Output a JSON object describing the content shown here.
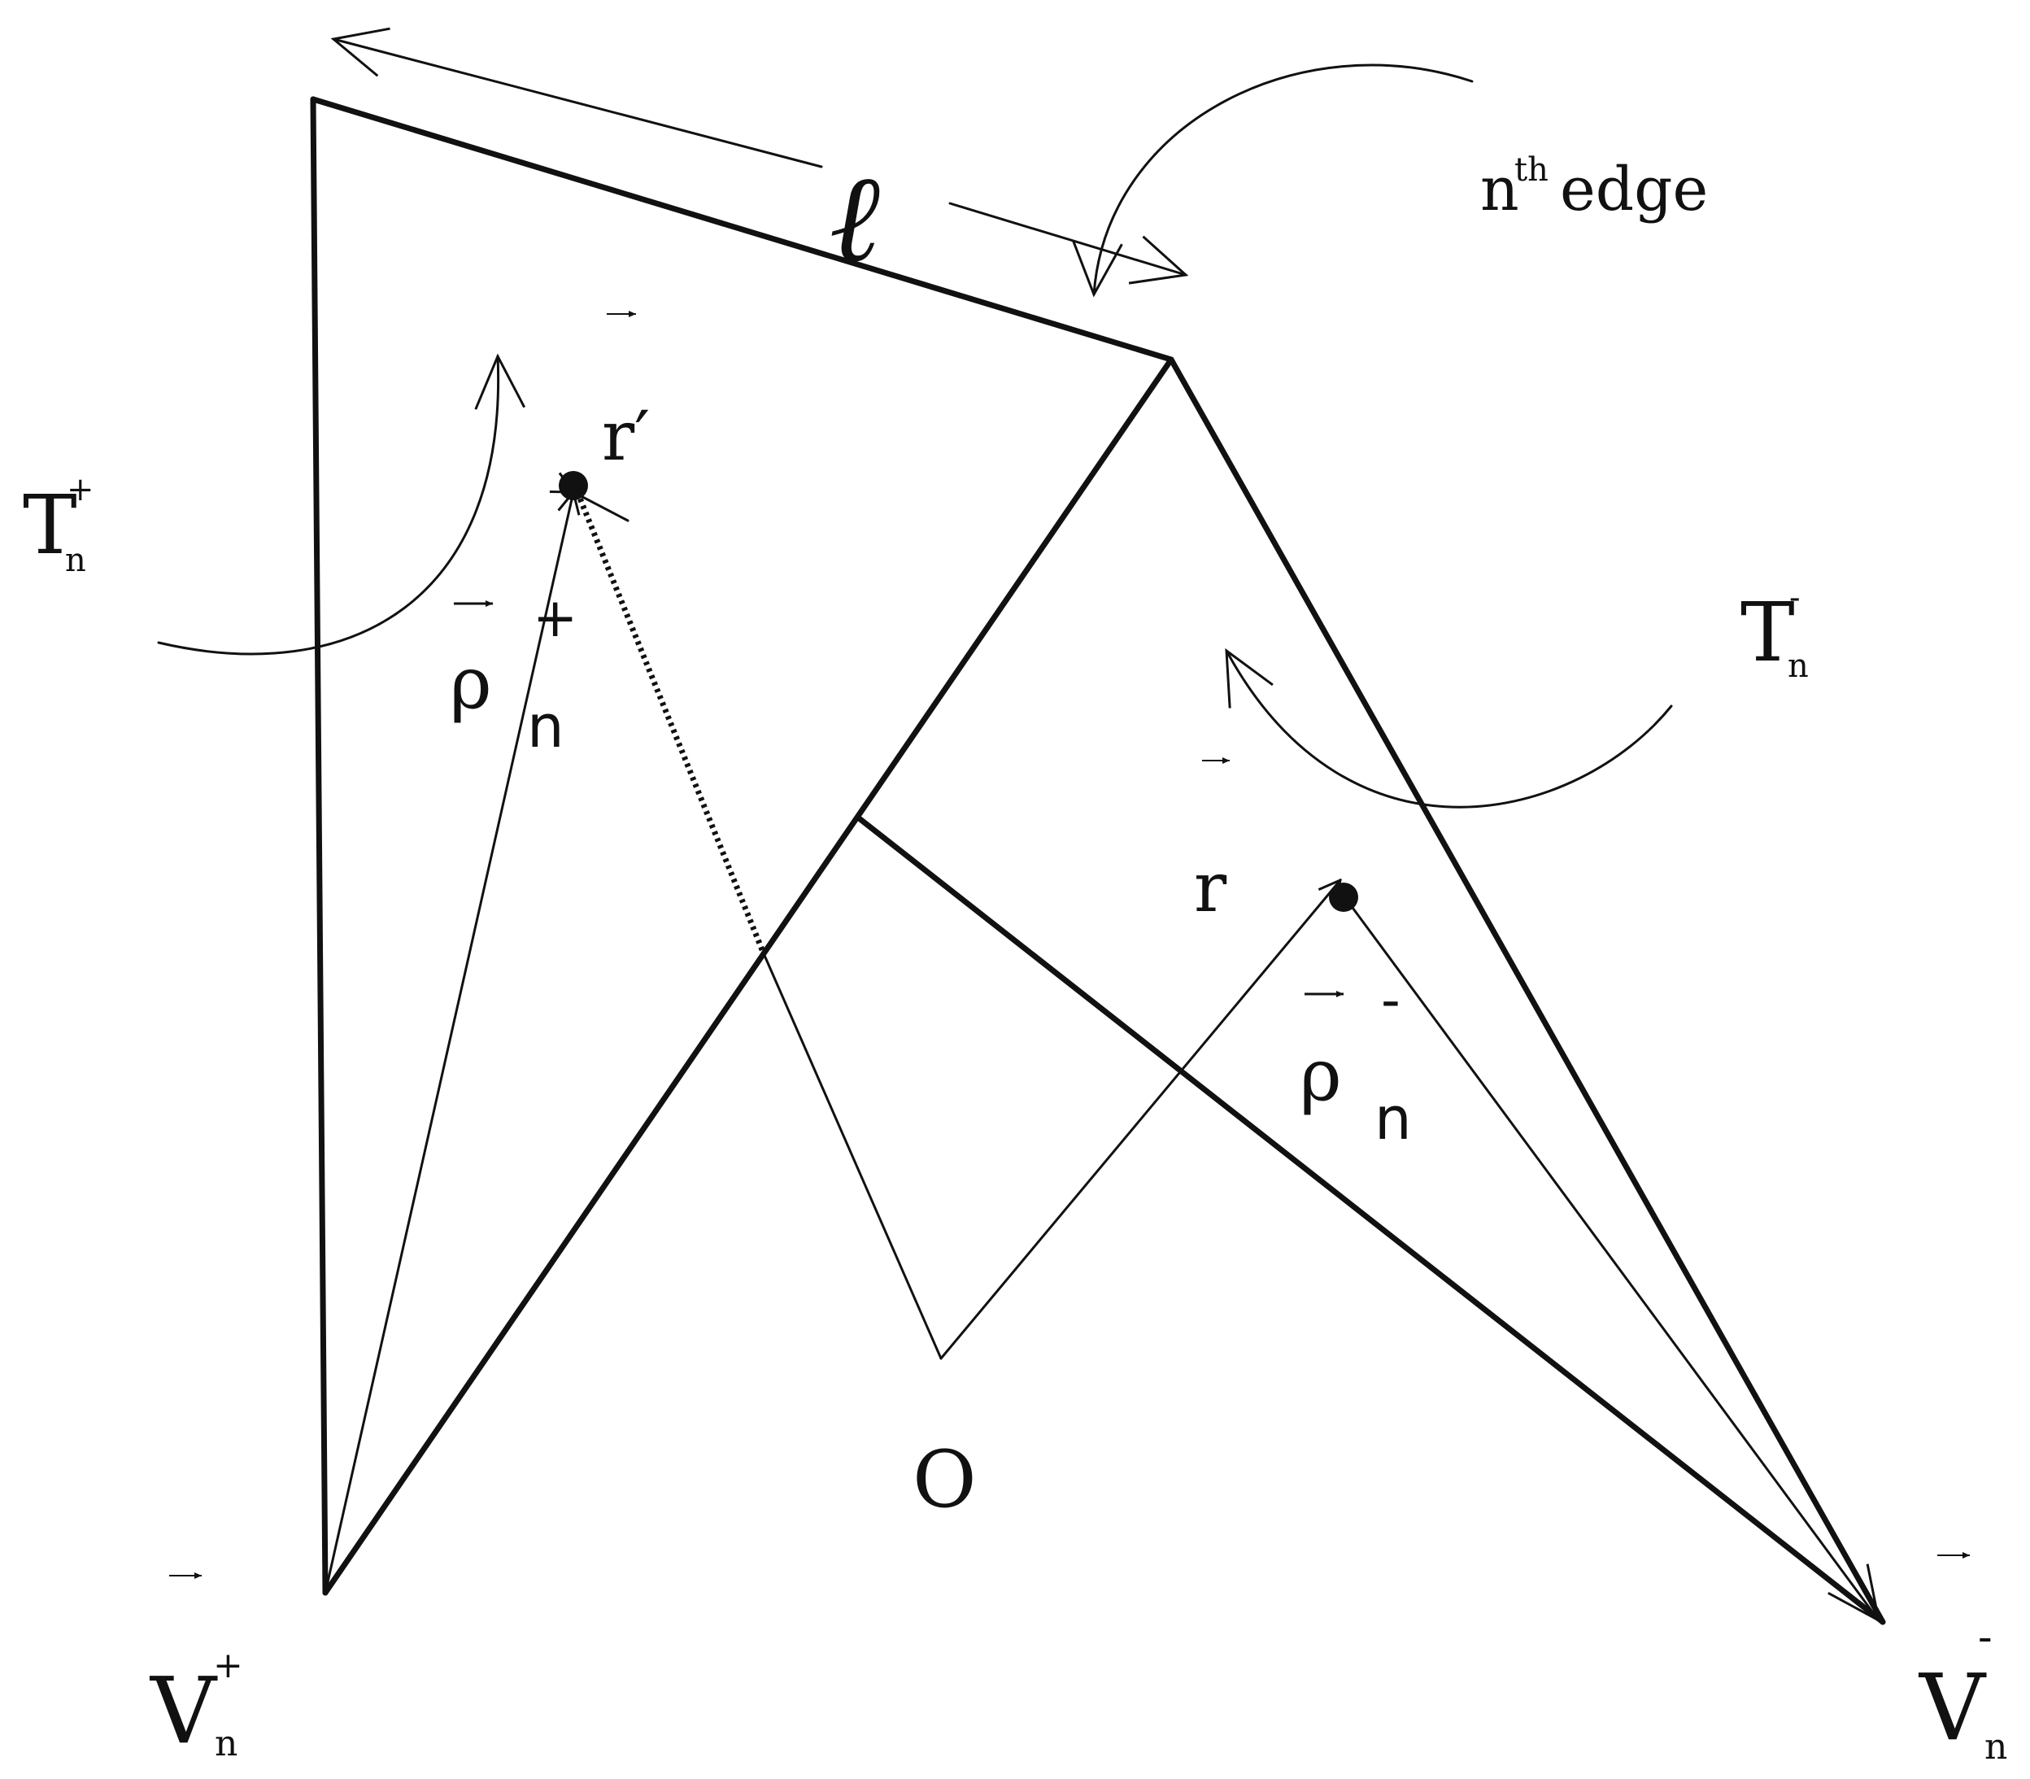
{
  "labels": {
    "length": "ℓ",
    "edge_n": "n",
    "edge_sup": "th",
    "edge_word": "edge",
    "t_plus_main": "T",
    "t_plus_sup": "+",
    "t_plus_sub": "n",
    "t_minus_main": "T",
    "t_minus_sup": "-",
    "t_minus_sub": "n",
    "r_prime": "r′",
    "r": "r",
    "rho_plus_main": "ρ",
    "rho_plus_sup": "+",
    "rho_plus_sub": "n",
    "rho_minus_main": "ρ",
    "rho_minus_sup": "-",
    "rho_minus_sub": "n",
    "origin": "O",
    "v_plus_main": "V",
    "v_plus_sup": "+",
    "v_plus_sub": "n",
    "v_minus_main": "V",
    "v_minus_sup": "-",
    "v_minus_sub": "n"
  }
}
